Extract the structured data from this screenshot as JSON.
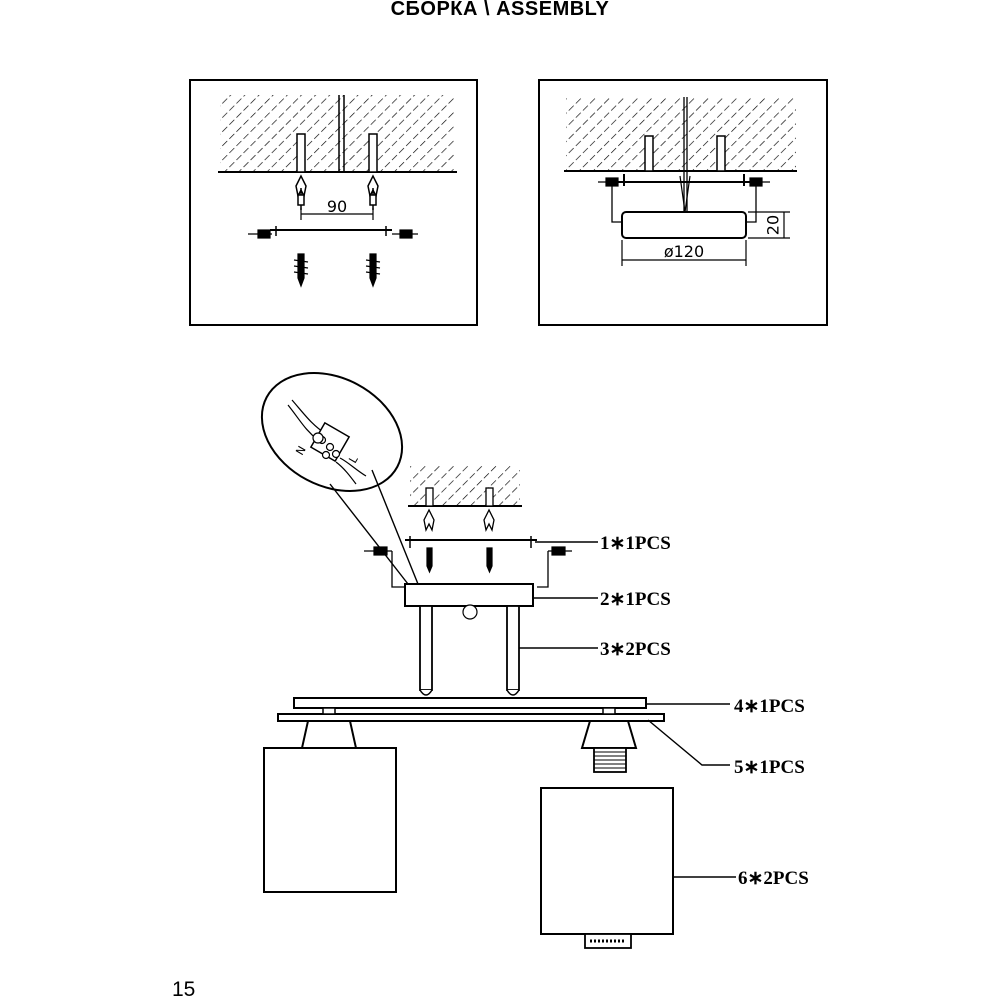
{
  "page": {
    "title": "СБОРКА \\ ASSEMBLY",
    "number": "15"
  },
  "panel_left": {
    "dimension": "90"
  },
  "panel_right": {
    "diameter": "ø120",
    "height": "20"
  },
  "parts": [
    {
      "label": "1∗1PCS"
    },
    {
      "label": "2∗1PCS"
    },
    {
      "label": "3∗2PCS"
    },
    {
      "label": "4∗1PCS"
    },
    {
      "label": "5∗1PCS"
    },
    {
      "label": "6∗2PCS"
    }
  ],
  "wiring_terminals": [
    "N",
    "L"
  ]
}
